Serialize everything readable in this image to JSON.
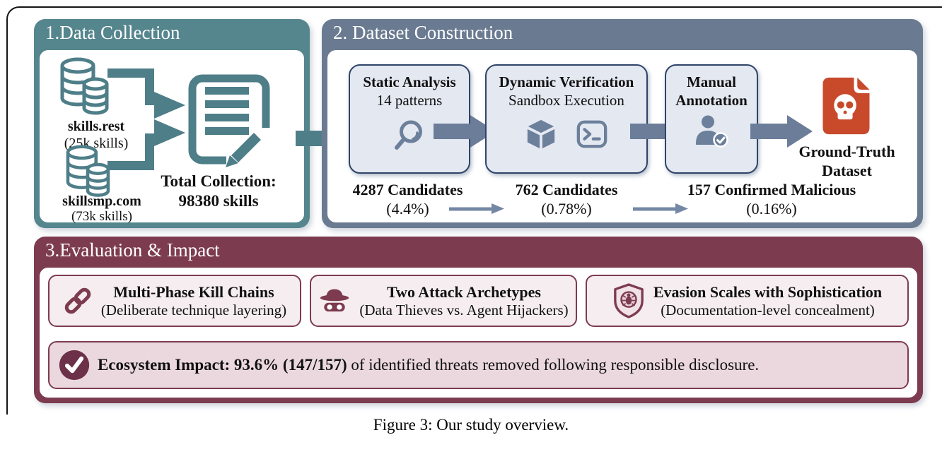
{
  "caption": "Figure 3: Our study overview.",
  "collection": {
    "title": "1.Data Collection",
    "source_icon": "database-icon",
    "doc_icon": "document-edit-icon",
    "sources": [
      {
        "name": "skills.rest",
        "count": "(25k skills)"
      },
      {
        "name": "skillsmp.com",
        "count": "(73k skills)"
      }
    ],
    "total_label": "Total Collection:",
    "total_value": "98380 skills"
  },
  "construction": {
    "title": "2. Dataset Construction",
    "stages": [
      {
        "title": "Static Analysis",
        "subtitle": "14 patterns",
        "icon": "magnifier-icon",
        "stat": "4287 Candidates",
        "pct": "(4.4%)"
      },
      {
        "title": "Dynamic Verification",
        "subtitle": "Sandbox Execution",
        "icons": [
          "cube-icon",
          "terminal-icon"
        ],
        "stat": "762 Candidates",
        "pct": "(0.78%)"
      },
      {
        "title_line1": "Manual",
        "title_line2": "Annotation",
        "icon": "person-check-icon",
        "stat": "157 Confirmed Malicious",
        "pct": "(0.16%)"
      }
    ],
    "output": {
      "icon": "skull-file-icon",
      "label_line1": "Ground-Truth",
      "label_line2": "Dataset"
    }
  },
  "evaluation": {
    "title": "3.Evaluation & Impact",
    "findings": [
      {
        "icon": "chain-link-icon",
        "title": "Multi-Phase Kill Chains",
        "subtitle": "(Deliberate technique layering)"
      },
      {
        "icon": "spy-icon",
        "title": "Two Attack Archetypes",
        "subtitle": "(Data Thieves vs. Agent Hijackers)"
      },
      {
        "icon": "shield-bug-icon",
        "title": "Evasion Scales with Sophistication",
        "subtitle": "(Documentation-level concealment)"
      }
    ],
    "impact": {
      "icon": "check-circle-icon",
      "highlight": "Ecosystem Impact: 93.6% (147/157)",
      "text": " of identified threats removed following responsible disclosure."
    }
  },
  "colors": {
    "teal": "#4E7E88",
    "teal_header": "#55858D",
    "slate": "#6C809C",
    "slate_header": "#6A7A91",
    "navy_border": "#2F4468",
    "stage_fill": "#E4E8F1",
    "maroon": "#7D3B50",
    "pink_fill": "#F5EDEF",
    "impact_fill": "#EBD8DE",
    "red_file": "#C84A2B",
    "check_circle": "#6C3048"
  }
}
